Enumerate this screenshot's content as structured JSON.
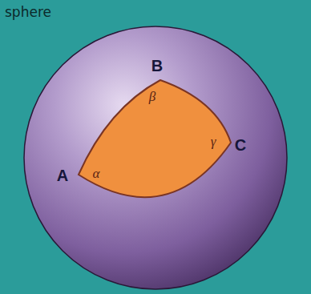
{
  "diagram": {
    "nodes": [
      {
        "text": [
          "sphere"
        ]
      },
      {
        "text": [
          "α",
          "β",
          "γ"
        ],
        "in": 0
      }
    ],
    "labels": [
      "A",
      "B",
      "C"
    ]
  }
}
